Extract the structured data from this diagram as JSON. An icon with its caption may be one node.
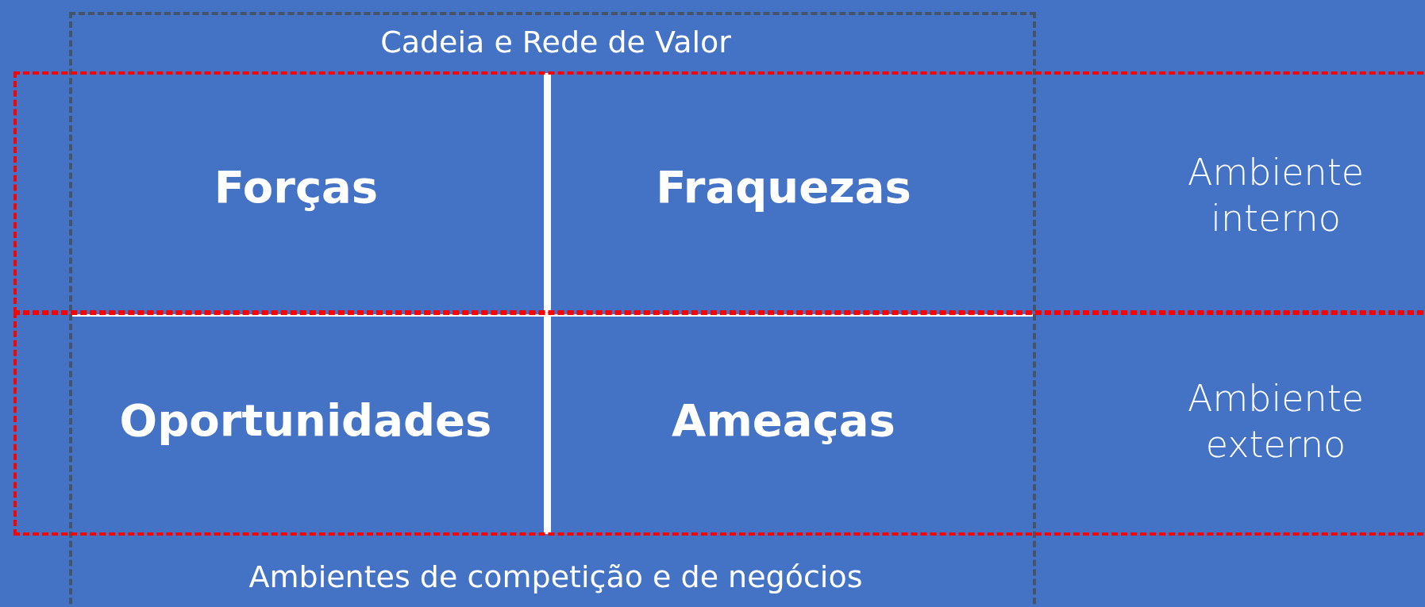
{
  "diagram": {
    "nodes": [
      {
        "text": [
          "Cadeia e Rede de Valor",
          "Ambientes de competição e de negócios"
        ]
      },
      {
        "text": [
          "Ambiente interno"
        ]
      },
      {
        "text": [
          "Forças"
        ]
      },
      {
        "text": [
          "Fraquezas"
        ]
      },
      {
        "text": [
          "Ambiente externo"
        ]
      },
      {
        "text": [
          "Oportunidades"
        ]
      },
      {
        "text": [
          "Ameaças"
        ]
      }
    ],
    "edges": []
  }
}
